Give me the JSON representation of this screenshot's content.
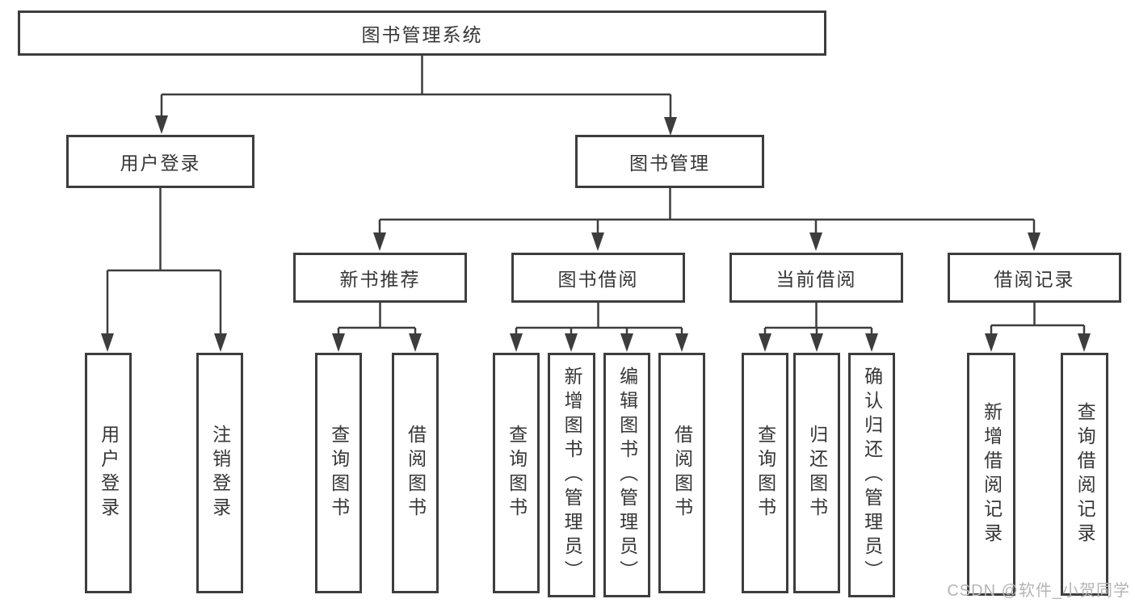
{
  "diagram": {
    "root": "图书管理系统",
    "branches": [
      {
        "label": "用户登录",
        "children": [
          "用户登录",
          "注销登录"
        ]
      },
      {
        "label": "图书管理",
        "sections": [
          {
            "label": "新书推荐",
            "children": [
              "查询图书",
              "借阅图书"
            ]
          },
          {
            "label": "图书借阅",
            "children": [
              "查询图书",
              "新增图书（管理员）",
              "编辑图书（管理员）",
              "借阅图书"
            ]
          },
          {
            "label": "当前借阅",
            "children": [
              "查询图书",
              "归还图书",
              "确认归还（管理员）"
            ]
          },
          {
            "label": "借阅记录",
            "children": [
              "新增借阅记录",
              "查询借阅记录"
            ]
          }
        ]
      }
    ]
  },
  "colors": {
    "line": "#3d3d3d",
    "text": "#363636",
    "watermark": "#b5b5b5",
    "background": "#ffffff"
  },
  "watermark": "CSDN @软件_小贺同学"
}
